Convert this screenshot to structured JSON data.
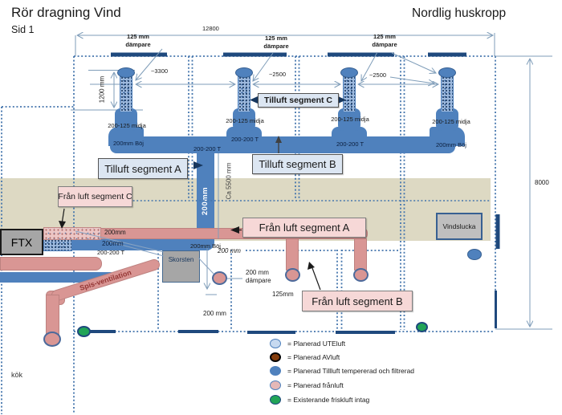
{
  "header": {
    "title": "Rör dragning Vind",
    "page": "Sid 1",
    "wing": "Nordlig huskropp"
  },
  "dims": {
    "width_total": "12800",
    "height_total": "8000",
    "riser_height": "1200 mm",
    "span_1": "~3300",
    "span_2": "~2500",
    "span_3": "~2500",
    "drop_length": "Ca 5500 mm"
  },
  "damper125": {
    "line1": "125 mm",
    "line2": "dämpare"
  },
  "risers": [
    {
      "midja": "200-125 midja",
      "fitting": "200mm Böj"
    },
    {
      "midja": "200-125 midja",
      "fitting": "200-200 T"
    },
    {
      "midja": "200-125 midja",
      "fitting": "200-200 T"
    },
    {
      "midja": "200-125 midja",
      "fitting": "200mm Böj"
    }
  ],
  "tjunction": "200-200 T",
  "drop": {
    "size": "200mm",
    "bend": "200mm Böj",
    "below": "200 mm"
  },
  "ftx": {
    "label": "FTX",
    "out_pink": "200mm",
    "out_blue": "200mm",
    "tee": "200-200 T"
  },
  "boxes": {
    "tilluft_a": "Tilluft segment A",
    "tilluft_b": "Tilluft segment B",
    "tilluft_c": "Tilluft segment C",
    "franluft_a": "Från luft segment A",
    "franluft_b": "Från luft segment B",
    "franluft_c": "Från luft segment C",
    "skorsten": "Skorsten",
    "vindslucka": "Vindslucka"
  },
  "spis": "Spis-ventilation",
  "misc": {
    "duct_200_a": "200 mm",
    "damper200_line1": "200 mm",
    "damper200_line2": "dämpare",
    "d125": "125mm",
    "duct_200_b": "200 mm",
    "kok": "kök"
  },
  "legend": [
    {
      "swatch": "uteluft",
      "label": "= Planerad UTEluft"
    },
    {
      "swatch": "avluft",
      "label": "= Planerad AVluft"
    },
    {
      "swatch": "tilluft",
      "label": "= Planerad Tillluft tempererad och filtrerad"
    },
    {
      "swatch": "franluft",
      "label": "= Planerad frånluft"
    },
    {
      "swatch": "friskluft",
      "label": "= Existerande friskluft intag"
    }
  ],
  "colors": {
    "tilluft": "#4f81bd",
    "franluft": "#d99694",
    "uteluft": "#c6d9f0",
    "avluft": "#843c0c",
    "friskluft": "#21a457",
    "wall": "#4576ad",
    "wall_solid": "#1f497d",
    "beige": "#ddd9c3"
  }
}
